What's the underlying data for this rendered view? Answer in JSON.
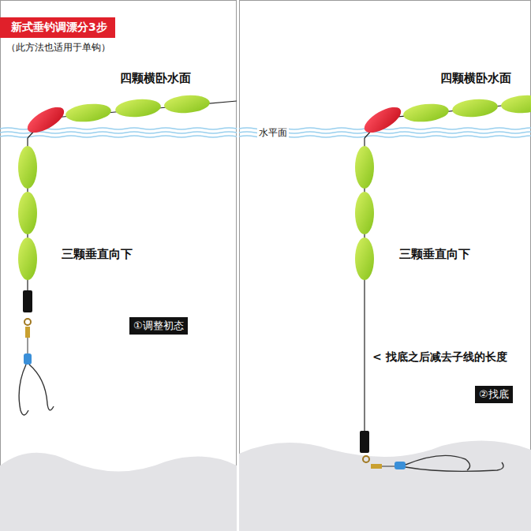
{
  "diagram": {
    "title": "新式垂钓调漂分3步",
    "nodes": [
      {
        "text": [
          "①调整初态"
        ]
      },
      {
        "text": [
          "②找底"
        ]
      }
    ],
    "labels": [
      "（此方法也适用于单钩）",
      "四颗横卧水面",
      "三颗垂直向下",
      "四颗横卧水面",
      "水平面",
      "三颗垂直向下",
      "< 找底之后减去子线的长度"
    ]
  }
}
